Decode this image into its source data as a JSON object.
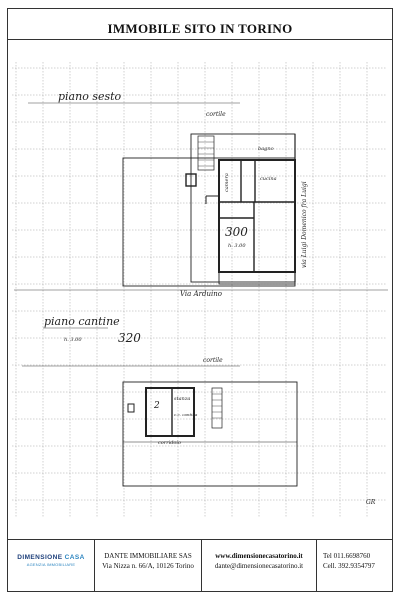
{
  "header": {
    "title": "IMMOBILE SITO IN TORINO"
  },
  "plan": {
    "sixth_floor_label": "piano sesto",
    "cellar_label": "piano cantine",
    "courtyard_label": "cortile",
    "courtyard_label_cellar": "cortile",
    "bathroom_label": "bagno",
    "kitchen_label": "cucina",
    "room_label": "camera",
    "sixth_floor_height_label": "300",
    "sixth_floor_height_note": "h. 3.00",
    "cellar_height_note": "h. 3.00",
    "cellar_height_label": "320",
    "street_bottom_label": "Via Arduino",
    "street_side_label": "via Luigi Domenico fra Luigi",
    "cellar_number": "2",
    "cellar_room_label": "stanza",
    "cellar_small_label": "c.c. cantina",
    "cellar_corridor_label": "corridoio",
    "signature": "GR"
  },
  "footer": {
    "logo_main": "DIMENSIONE",
    "logo_accent": "CASA",
    "logo_tagline": "AGENZIA IMMOBILIARE",
    "agency_name": "DANTE IMMOBILIARE SAS",
    "agency_address": "Via Nizza n. 66/A, 10126 Torino",
    "website": "www.dimensionecasatorino.it",
    "email": "dante@dimensionecasatorino.it",
    "tel": "Tel 011.6698760",
    "cell": "Cell. 392.9354797"
  }
}
